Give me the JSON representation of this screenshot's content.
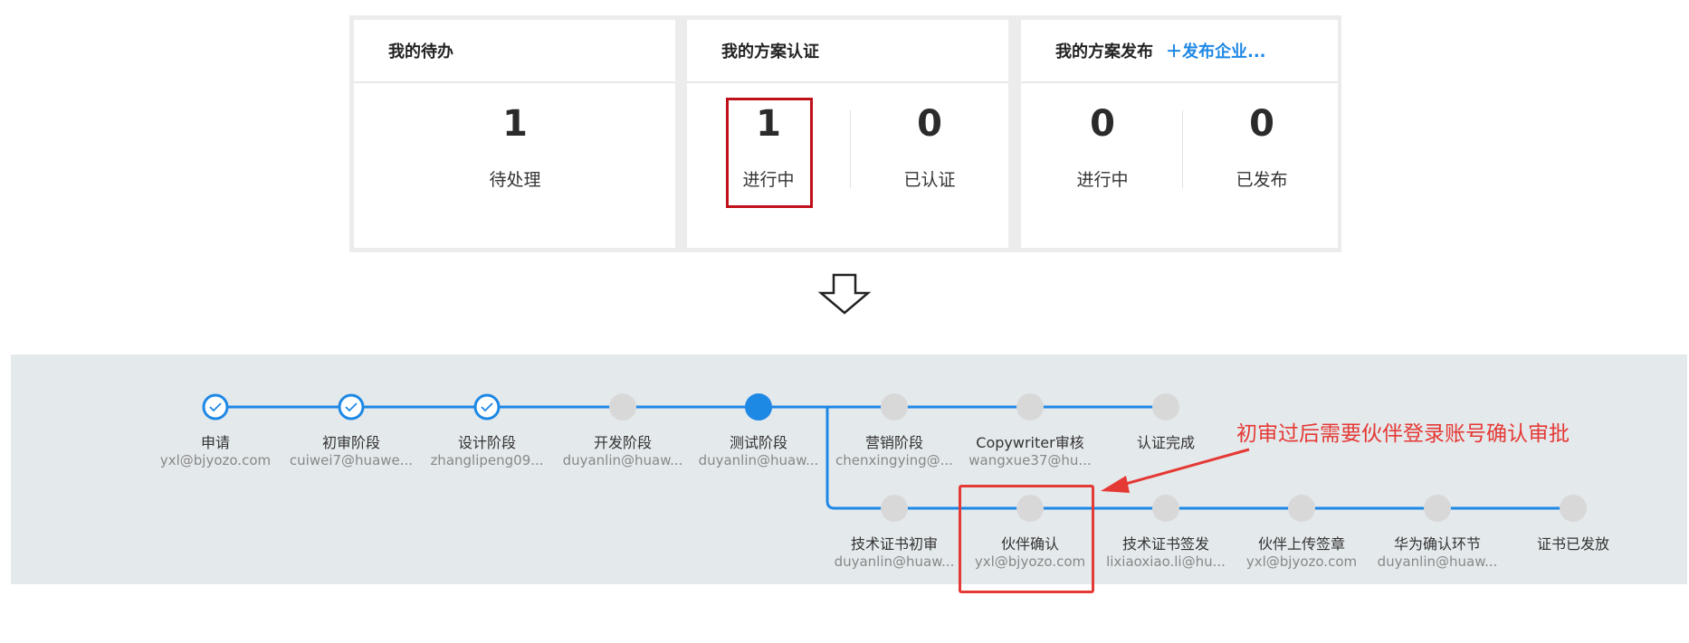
{
  "cards": {
    "todo": {
      "title": "我的待办",
      "metrics": [
        {
          "value": "1",
          "label": "待处理"
        }
      ]
    },
    "certification": {
      "title": "我的方案认证",
      "metrics": [
        {
          "value": "1",
          "label": "进行中"
        },
        {
          "value": "0",
          "label": "已认证"
        }
      ]
    },
    "publish": {
      "title": "我的方案发布",
      "link": "＋发布企业...",
      "metrics": [
        {
          "value": "0",
          "label": "进行中"
        },
        {
          "value": "0",
          "label": "已发布"
        }
      ]
    }
  },
  "flow": {
    "main": [
      {
        "label": "申请",
        "user": "yxl@bjyozo.com",
        "status": "done"
      },
      {
        "label": "初审阶段",
        "user": "cuiwei7@huawe...",
        "status": "done"
      },
      {
        "label": "设计阶段",
        "user": "zhanglipeng09...",
        "status": "done"
      },
      {
        "label": "开发阶段",
        "user": "duyanlin@huaw...",
        "status": "pending"
      },
      {
        "label": "测试阶段",
        "user": "duyanlin@huaw...",
        "status": "current"
      },
      {
        "label": "营销阶段",
        "user": "chenxingying@...",
        "status": "pending"
      },
      {
        "label": "Copywriter审核",
        "user": "wangxue37@hu...",
        "status": "pending"
      },
      {
        "label": "认证完成",
        "user": "",
        "status": "pending"
      }
    ],
    "branch": [
      {
        "label": "技术证书初审",
        "user": "duyanlin@huaw...",
        "status": "pending"
      },
      {
        "label": "伙伴确认",
        "user": "yxl@bjyozo.com",
        "status": "pending"
      },
      {
        "label": "技术证书签发",
        "user": "lixiaoxiao.li@hu...",
        "status": "pending"
      },
      {
        "label": "伙伴上传签章",
        "user": "yxl@bjyozo.com",
        "status": "pending"
      },
      {
        "label": "华为确认环节",
        "user": "duyanlin@huaw...",
        "status": "pending"
      },
      {
        "label": "证书已发放",
        "user": "",
        "status": "pending"
      }
    ]
  },
  "annotation": "初审过后需要伙伴登录账号确认审批",
  "colors": {
    "accent": "#1e88e5",
    "pending_dot": "#d8d8d8",
    "highlight": "#c0101a",
    "annotation": "#e53935"
  }
}
